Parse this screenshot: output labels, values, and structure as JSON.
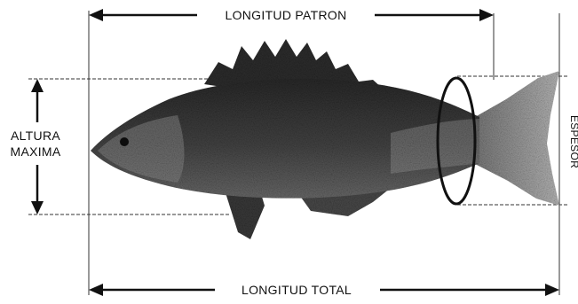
{
  "labels": {
    "standard_length": "LONGITUD PATRON",
    "total_length": "LONGITUD TOTAL",
    "max_height_line1": "ALTURA",
    "max_height_line2": "MAXIMA",
    "thickness": "ESPESOR"
  }
}
